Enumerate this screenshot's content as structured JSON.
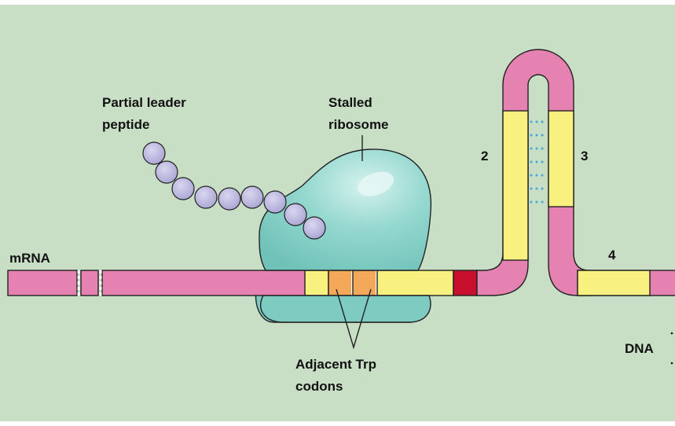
{
  "labels": {
    "partial_leader_line1": "Partial leader",
    "partial_leader_line2": "peptide",
    "stalled_line1": "Stalled",
    "stalled_line2": "ribosome",
    "mrna": "mRNA",
    "region2": "2",
    "region3": "3",
    "region4": "4",
    "adjacent_line1": "Adjacent Trp",
    "adjacent_line2": "codons",
    "dna": "DNA"
  },
  "colors": {
    "background": "#c8dfc5",
    "mrna_pink": "#e682b2",
    "codon_yellow": "#f8f180",
    "trp_orange": "#f3a85a",
    "stop_red": "#c8102e",
    "ribosome": "#8ed4cc",
    "peptide_bead": "#b3afd9",
    "pairing_dots": "#49a9d6"
  }
}
